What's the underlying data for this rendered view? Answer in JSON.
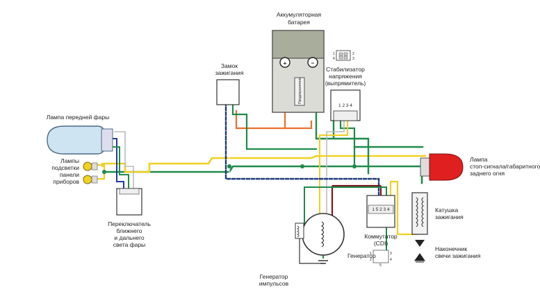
{
  "diagram": {
    "battery": {
      "line1": "Аккумуляторная",
      "line2": "батарея",
      "fuse": "Предохранитель",
      "plus": "+",
      "minus": "−"
    },
    "ignition_lock": {
      "line1": "Замок",
      "line2": "зажигания"
    },
    "regulator": {
      "line1": "Стабилизатор",
      "line2": "напряжения",
      "line3": "(выпрямитель)",
      "pins": "1 2 3 4"
    },
    "connector_icon": {
      "a": "2",
      "b": "3",
      "c": "1",
      "d": "4"
    },
    "headlamp": {
      "label": "Лампа передней фары"
    },
    "dash_lamps": {
      "line1": "Лампы",
      "line2": "подсветки",
      "line3": "панели",
      "line4": "приборов"
    },
    "switch": {
      "line1": "Переключатель",
      "line2": "ближнего",
      "line3": "и дальнего",
      "line4": "света фары"
    },
    "tail_lamp": {
      "line1": "Лампа",
      "line2": "стоп-сигнала/габаритного",
      "line3": "заднего огня"
    },
    "cdi": {
      "pins": "1 5 2 3 4",
      "line1": "Коммутатор",
      "line2": "(CDI)",
      "grid": [
        "1",
        "2",
        "3",
        "4",
        "5"
      ]
    },
    "coil": {
      "line1": "Катушка",
      "line2": "зажигания"
    },
    "spark_cap": {
      "line1": "Наконечник",
      "line2": "свечи зажигания"
    },
    "generator": {
      "label": "Генератор"
    },
    "pulse_gen": {
      "line1": "Генератор",
      "line2": "импульсов"
    }
  }
}
